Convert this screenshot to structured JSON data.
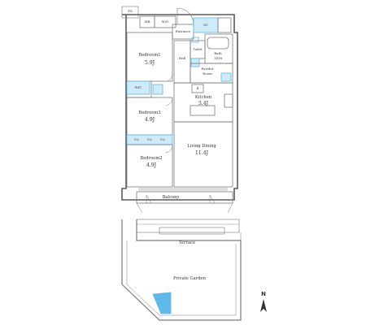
{
  "rooms": {
    "ps": "PS",
    "mb": "MB",
    "wd": "W/D",
    "sc": "SC",
    "entrance": "Entrance",
    "hall": "Hall",
    "toilet": "Toilet",
    "bath": "Bath",
    "bath_size": "1418",
    "powder": "Powder\nRoom",
    "bedroom1": "Bedroom1",
    "bedroom1_area": "5.9J",
    "wic": "WIC",
    "r": "R",
    "bedroom3": "Bedroom3",
    "bedroom3_area": "4.9J",
    "kitchen": "Kitchen",
    "kitchen_area": "3.4J",
    "cl1": "CL",
    "cl2": "CL",
    "cl3": "CL",
    "living": "Living Dining",
    "living_area": "11.4J",
    "bedroom2": "Bedroom2",
    "bedroom2_area": "4.9J",
    "balcony": "Balcony",
    "terrace": "Terrace",
    "garden": "Private Garden",
    "north": "N"
  },
  "colors": {
    "wall": "#5a5a5a",
    "line": "#7a7a7a",
    "water": "#5fb8e8",
    "water_light": "#cfeaf8",
    "text": "#333333"
  }
}
